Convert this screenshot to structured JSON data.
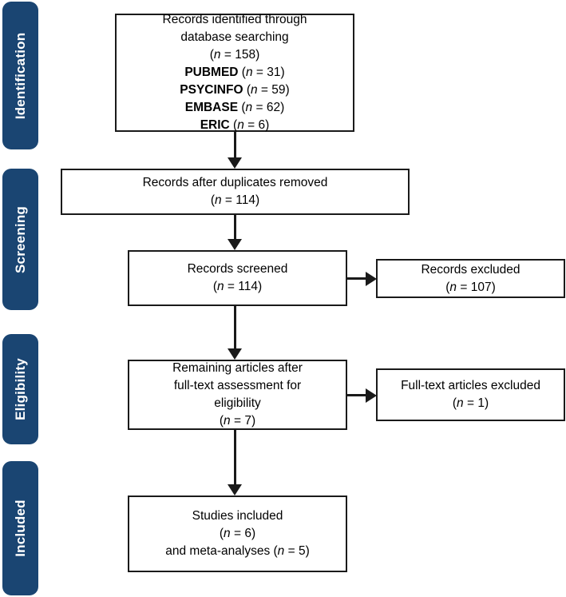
{
  "diagram": {
    "type": "prisma-flow-diagram",
    "accent_color": "#1a4572",
    "box_border_color": "#1a1a1a",
    "background_color": "#ffffff"
  },
  "stages": [
    {
      "id": "identification",
      "label": "Identification"
    },
    {
      "id": "screening",
      "label": "Screening"
    },
    {
      "id": "eligibility",
      "label": "Eligibility"
    },
    {
      "id": "included",
      "label": "Included"
    }
  ],
  "boxes": {
    "identified": {
      "lines": [
        "Records identified through",
        "database searching"
      ],
      "count_line": "(n = 158)",
      "count_prefix": "(",
      "count_n": "n",
      "count_value": " = 158)",
      "sources": [
        {
          "name": "PUBMED",
          "count": " = 31)"
        },
        {
          "name": "PSYCINFO",
          "count": " = 59)"
        },
        {
          "name": "EMBASE",
          "count": " = 62)"
        },
        {
          "name": "ERIC",
          "count": " = 6)"
        }
      ]
    },
    "duplicates_removed": {
      "line1": "Records after duplicates removed",
      "count_value": " = 114)"
    },
    "records_screened": {
      "line1": "Records screened",
      "count_value": " = 114)"
    },
    "records_excluded": {
      "line1": "Records excluded",
      "count_value": " = 107)"
    },
    "eligibility_assessment": {
      "line1": "Remaining articles after",
      "line2": "full-text assessment for",
      "line3": "eligibility",
      "count_value": " = 7)"
    },
    "fulltext_excluded": {
      "line1": "Full-text articles excluded",
      "count_value": " = 1)"
    },
    "studies_included": {
      "line1": "Studies included",
      "count_value": " = 6)",
      "line3_prefix": "and meta-analyses (",
      "line3_count": " = 5)"
    }
  },
  "symbols": {
    "open_paren": "(",
    "n_italic": "n"
  }
}
